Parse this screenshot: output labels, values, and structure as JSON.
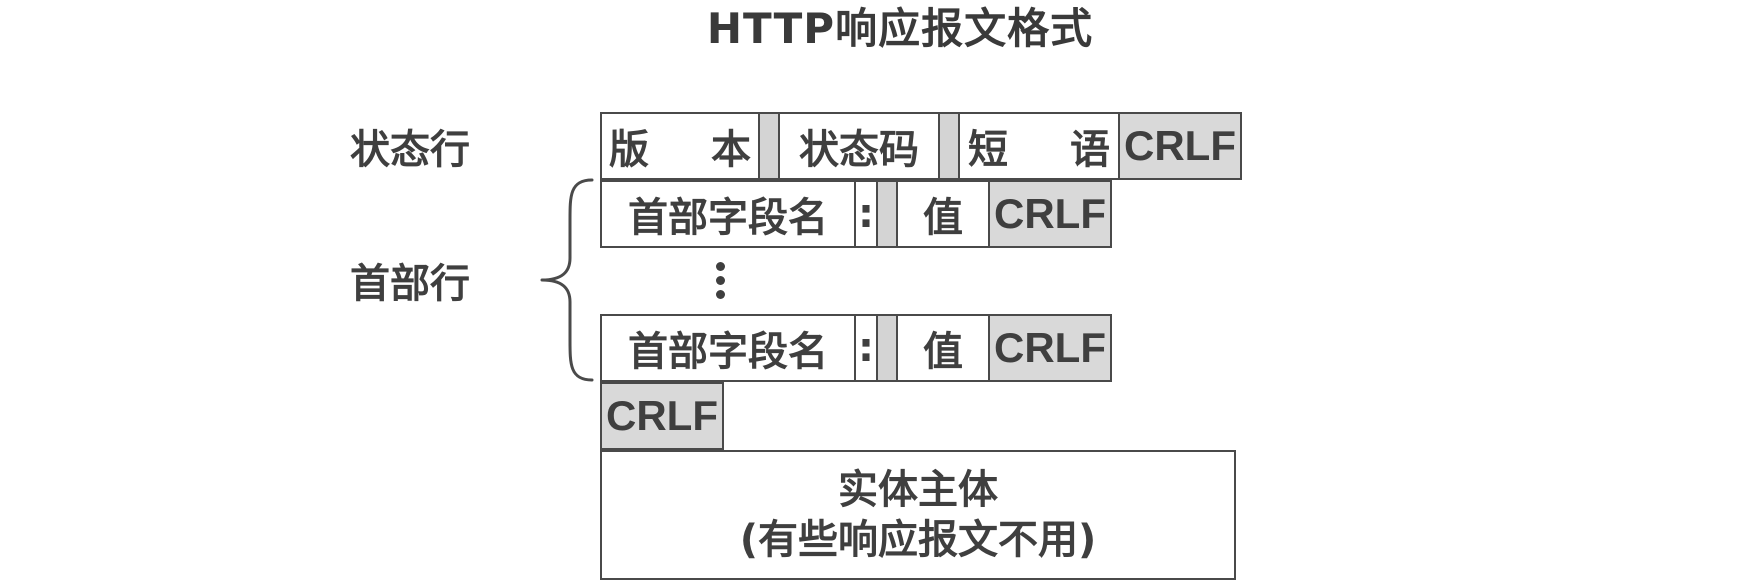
{
  "title": "HTTP响应报文格式",
  "labels": {
    "status_line": "状态行",
    "header_lines": "首部行"
  },
  "status_line": {
    "version": "版 本",
    "status_code": "状态码",
    "phrase": "短 语",
    "crlf": "CRLF"
  },
  "header_line_1": {
    "field_name": "首部字段名",
    "colon": ":",
    "value": "值",
    "crlf": "CRLF"
  },
  "header_line_2": {
    "field_name": "首部字段名",
    "colon": ":",
    "value": "值",
    "crlf": "CRLF"
  },
  "blank_line": {
    "crlf": "CRLF"
  },
  "entity_body": {
    "line1": "实体主体",
    "line2": "(有些响应报文不用)"
  }
}
